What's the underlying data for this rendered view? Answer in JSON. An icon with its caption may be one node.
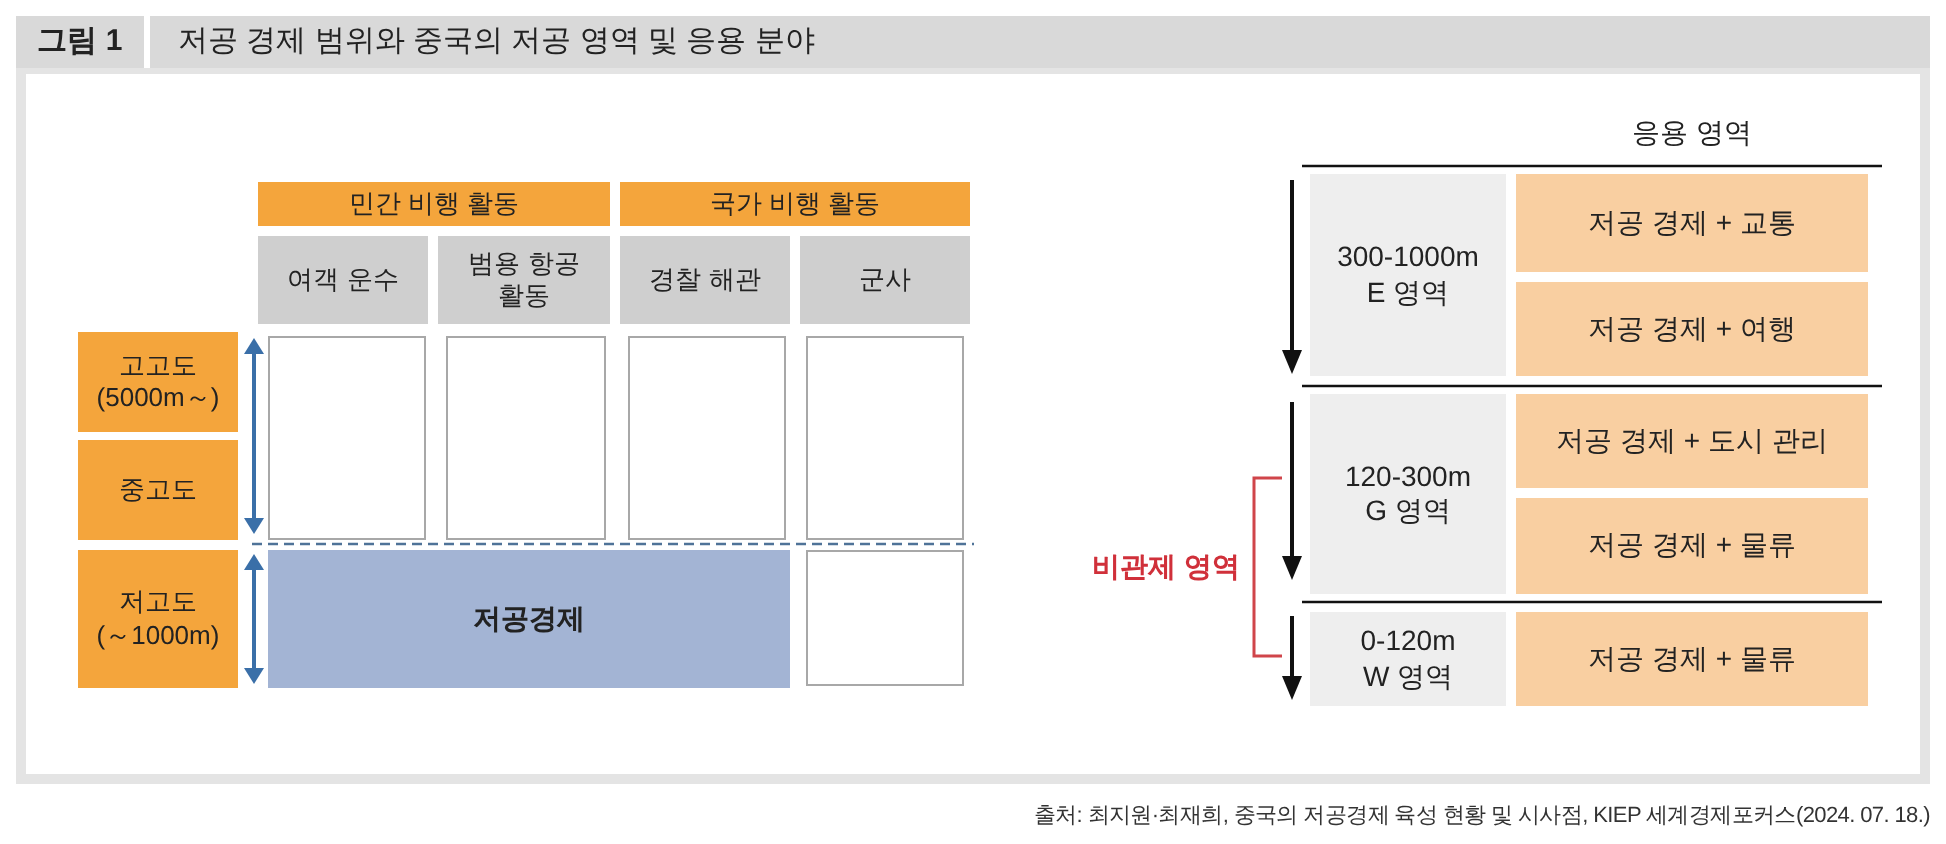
{
  "diagram": {
    "title": "저공 경제 범위와 중국의 저공 영역 및 응용 분야",
    "caption": "출처: 최지원·최재희, 중국의 저공경제 육성 현황 및 시사점, KIEP 세계경제포커스(2024. 07. 18.)",
    "nodes": [
      {
        "text": [
          "민간 비행 활동"
        ]
      },
      {
        "text": [
          "국가 비행 활동"
        ]
      },
      {
        "text": [
          "여객 운수"
        ]
      },
      {
        "text": [
          "범용 항공 활동"
        ]
      },
      {
        "text": [
          "경찰 해관"
        ]
      },
      {
        "text": [
          "군사"
        ]
      },
      {
        "text": [
          "고고도 (5000m～)"
        ]
      },
      {
        "text": [],
        "shape": "box"
      },
      {
        "text": [],
        "shape": "box"
      },
      {
        "text": [],
        "shape": "box"
      },
      {
        "text": [],
        "shape": "box"
      },
      {
        "text": [
          "중고도"
        ]
      },
      {
        "text": [
          "저고도 (～1000m)"
        ]
      },
      {
        "text": [
          "저공경제"
        ]
      },
      {
        "text": [],
        "shape": "box"
      },
      {
        "text": [
          "300-1000m E 영역"
        ]
      },
      {
        "text": [
          "저공 경제 + 교통"
        ]
      },
      {
        "text": [
          "저공 경제 + 여행"
        ]
      },
      {
        "text": [
          "120-300m G 영역"
        ]
      },
      {
        "text": [
          "저공 경제 + 도시 관리"
        ]
      },
      {
        "text": [
          "저공 경제 + 물류"
        ]
      },
      {
        "text": [
          "0-120m W 영역"
        ]
      },
      {
        "text": [
          "저공 경제 + 물류"
        ]
      }
    ],
    "labels": [
      "그림 1",
      "응용 영역",
      "비관제 영역"
    ]
  }
}
